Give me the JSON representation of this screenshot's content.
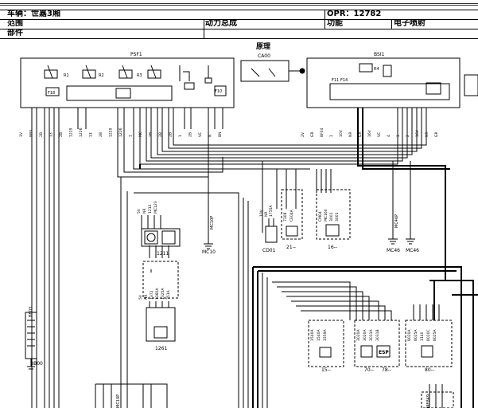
{
  "header": {
    "vehicle_label": "车辆：世嘉3厢",
    "opr_label": "OPR：12782",
    "scope_label": "范围",
    "system_value": "动力总成",
    "function_label": "功能",
    "function_value": "电子喷射",
    "component_label": "部件"
  },
  "diagram": {
    "section_title": "原理",
    "components": {
      "psf1": "PSF1",
      "bsi1": "BSI1",
      "ca00": "CA00",
      "c1211": "1211",
      "c1261": "1261",
      "cd01": "CD01",
      "ref21": "21--",
      "ref16": "16--",
      "ref15": "15--",
      "ref70": "70--",
      "ref78": "78--",
      "ref80": "80--",
      "bb00": "BB00",
      "bb03": "BB03",
      "mc10": "MC10",
      "mc46a": "MC46",
      "mc46b": "MC46",
      "mc10p": "MC10P",
      "mc46p": "MC46P",
      "mc10p_b": "MC10P",
      "me849": "ME849",
      "esp": "ESP"
    },
    "fuses": {
      "f18": "F18",
      "f11": "F11",
      "f14": "F14",
      "f10": "F10"
    },
    "relays": {
      "r1": "R1",
      "r2": "R2",
      "r3": "R3",
      "r4": "R4"
    },
    "wire_labels": {
      "psf1_bottom": [
        "1V",
        "BB3",
        "2B",
        "13",
        "2B",
        "1229",
        "1226",
        "11",
        "2B",
        "1229",
        "1226",
        "1",
        "MC",
        "2B",
        "2B",
        "2B",
        "1",
        "2B",
        "VE",
        "N",
        "BN"
      ],
      "bsi1_bottom": [
        "2V",
        "GR",
        "BF04",
        "1",
        "10V",
        "NR",
        "GR",
        "16V",
        "VE",
        "4",
        "1",
        "2",
        "16V",
        "NR",
        "GR"
      ],
      "c1211_wires": [
        "5V",
        "NR",
        "1211",
        "MC123"
      ],
      "c1261_wires": [
        "5V",
        "NR",
        "1372",
        "1380A",
        "1325A",
        "751A"
      ],
      "cd01_wires": [
        "10V",
        "NR",
        "1755A"
      ],
      "ref21_wires": [
        "7308",
        "CE04A"
      ],
      "ref16_wires": [
        "CM04",
        "MC160",
        "3001",
        "3001"
      ],
      "ref15_wires": [
        "1540A",
        "1540A",
        "1559A"
      ],
      "ref70_wires": [
        "3020A",
        "3020A",
        "3031A",
        "3031B"
      ],
      "ref80_wires": [
        "8020A",
        "8025A",
        "1140",
        "8020C",
        "8025A"
      ]
    }
  }
}
